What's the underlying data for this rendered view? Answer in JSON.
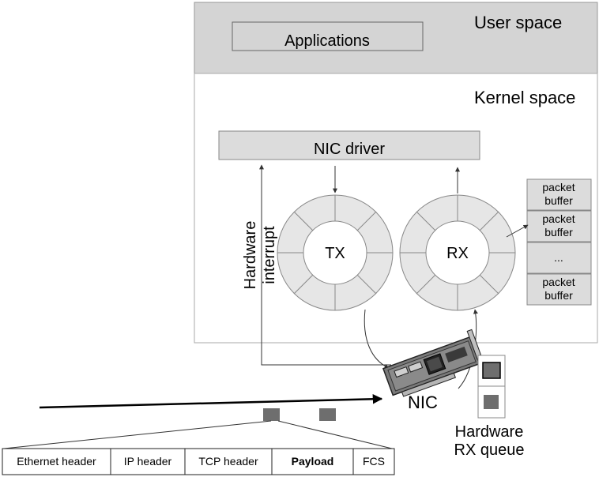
{
  "user_space": {
    "label": "User space",
    "app_label": "Applications"
  },
  "kernel_space": {
    "label": "Kernel space",
    "driver_label": "NIC driver"
  },
  "rings": {
    "tx_label": "TX",
    "rx_label": "RX"
  },
  "interrupt": {
    "line1": "Hardware",
    "line2": "interrupt"
  },
  "packet_buffers": [
    "packet buffer",
    "packet buffer",
    "...",
    "packet buffer"
  ],
  "nic": {
    "label": "NIC"
  },
  "rx_queue": {
    "line1": "Hardware",
    "line2": "RX queue"
  },
  "frame_fields": [
    "Ethernet header",
    "IP header",
    "TCP header",
    "Payload",
    "FCS"
  ],
  "colors": {
    "user_space_bg": "#d4d4d4",
    "ring_fill": "#e6e6e6",
    "box_fill": "#dcdcdc",
    "packet": "#6e6e6e"
  }
}
